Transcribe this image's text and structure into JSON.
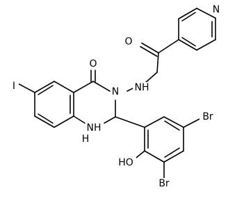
{
  "molecule": {
    "atom_labels": {
      "pyridine_n": "N",
      "carbonyl_o_amide": "O",
      "amide_nh": "NH",
      "carbonyl_o_ring": "O",
      "ring_n3": "N",
      "ring_nh1": "NH",
      "h_on_n1": "H",
      "iodine": "I",
      "hydroxyl": "HO",
      "bromine_top": "Br",
      "bromine_bottom": "Br"
    },
    "colors": {
      "bond": "#000000",
      "background": "#ffffff"
    }
  }
}
